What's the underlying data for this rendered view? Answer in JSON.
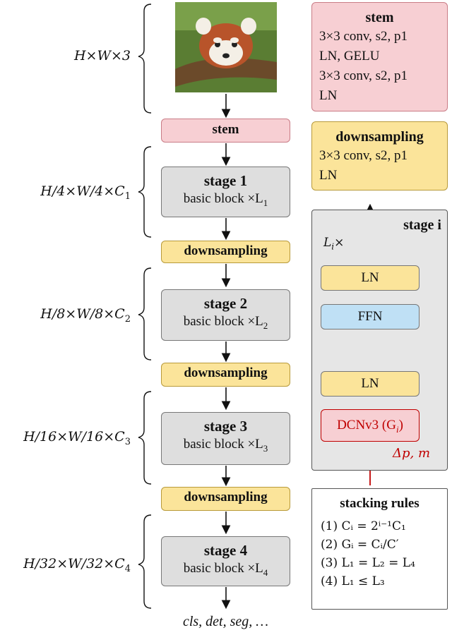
{
  "input_dim": "H×W×3",
  "left": {
    "stem": "stem",
    "stages": [
      {
        "title": "stage 1",
        "sub": "basic block ×L",
        "sub_idx": "1",
        "dim": "H/4×W/4×C",
        "dim_idx": "1"
      },
      {
        "title": "stage 2",
        "sub": "basic block ×L",
        "sub_idx": "2",
        "dim": "H/8×W/8×C",
        "dim_idx": "2"
      },
      {
        "title": "stage 3",
        "sub": "basic block ×L",
        "sub_idx": "3",
        "dim": "H/16×W/16×C",
        "dim_idx": "3"
      },
      {
        "title": "stage 4",
        "sub": "basic block ×L",
        "sub_idx": "4",
        "dim": "H/32×W/32×C",
        "dim_idx": "4"
      }
    ],
    "downsampling": "downsampling",
    "output": "cls, det, seg, …"
  },
  "stem_panel": {
    "title": "stem",
    "line1": "3×3 conv, s2, p1",
    "line2": "LN, GELU",
    "line3": "3×3 conv, s2, p1",
    "line4": "LN"
  },
  "down_panel": {
    "title": "downsampling",
    "line1": "3×3 conv, s2, p1",
    "line2": "LN"
  },
  "stage_panel": {
    "title": "stage i",
    "repeat": "L",
    "repeat_idx": "i",
    "repeat_x": "×",
    "ln_top": "LN",
    "ffn": "FFN",
    "ln_bottom": "LN",
    "dcn": "DCNv3 (G",
    "dcn_idx": "i",
    "dcn_close": ")",
    "offset_label": "Δp, m"
  },
  "rules_panel": {
    "title": "stacking rules",
    "rules": [
      "(1) Cᵢ = 2ⁱ⁻¹C₁",
      "(2) Gᵢ = Cᵢ/C′",
      "(3) L₁ = L₂ = L₄",
      "(4) L₁ ≤ L₃"
    ]
  },
  "colors": {
    "stem_fill": "#f7cfd3",
    "down_fill": "#fbe49a",
    "stage_fill": "#dedede",
    "ffn_fill": "#bfe0f5",
    "dcn_red": "#c00000"
  }
}
